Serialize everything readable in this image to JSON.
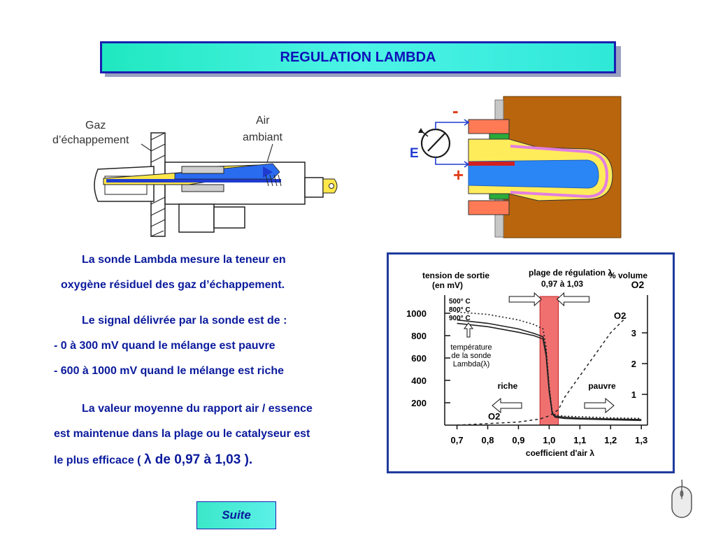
{
  "title": "REGULATION LAMBDA",
  "sensor_drawing": {
    "label_gaz": [
      "Gaz",
      "d’échappement"
    ],
    "label_air": [
      "Air",
      "ambiant"
    ]
  },
  "cell_drawing": {
    "minus": "-",
    "plus": "+",
    "e_label": "E"
  },
  "text": {
    "p1_line1": "La sonde Lambda mesure la teneur en",
    "p1_line2": "oxygène résiduel des gaz d’échappement.",
    "p2": "Le signal délivrée par la sonde est de :",
    "bullet1": "-  0 à 300 mV quand le mélange est pauvre",
    "bullet2": "-  600 à 1000 mV quand le mélange est riche",
    "p3_line1": "La valeur moyenne du rapport air / essence",
    "p3_line2": "est maintenue dans la plage ou le catalyseur est",
    "p3_line3_a": "le plus efficace ( ",
    "p3_line3_b": "λ de 0,97 à 1,03 )."
  },
  "suite_label": "Suite",
  "chart_data": {
    "type": "line",
    "title_left": [
      "tension de sortie",
      "(en mV)"
    ],
    "title_mid": [
      "plage de régulation λ",
      "0,97 à 1,03"
    ],
    "title_right": [
      "% volume",
      "O2"
    ],
    "xlabel": "coefficient d'air λ",
    "x_ticks": [
      "0,7",
      "0,8",
      "0,9",
      "1,0",
      "1,1",
      "1,2",
      "1,3"
    ],
    "y_ticks_left": [
      "1000",
      "800",
      "600",
      "400",
      "200"
    ],
    "y_ticks_right": [
      "3",
      "2",
      "1"
    ],
    "temps": [
      "500° C",
      "800° C",
      "900° C"
    ],
    "temp_note": [
      "température",
      "de la sonde",
      "Lambda(λ)"
    ],
    "riche": "riche",
    "pauvre": "pauvre",
    "o2_label": "O2",
    "xlim": [
      0.66,
      1.32
    ],
    "ylim": [
      0,
      1100
    ],
    "band": [
      0.97,
      1.03
    ],
    "series": [
      {
        "name": "500° C",
        "x": [
          0.7,
          0.8,
          0.9,
          0.95,
          0.98,
          0.99,
          1.0,
          1.01,
          1.02,
          1.05,
          1.1,
          1.2,
          1.3
        ],
        "y": [
          1010,
          990,
          940,
          900,
          860,
          700,
          350,
          120,
          90,
          80,
          75,
          65,
          60
        ]
      },
      {
        "name": "800° C",
        "x": [
          0.7,
          0.8,
          0.9,
          0.95,
          0.98,
          0.99,
          1.0,
          1.01,
          1.02,
          1.05,
          1.1,
          1.2,
          1.3
        ],
        "y": [
          940,
          910,
          860,
          820,
          790,
          650,
          320,
          110,
          80,
          70,
          62,
          55,
          50
        ]
      },
      {
        "name": "900° C",
        "x": [
          0.7,
          0.8,
          0.9,
          0.95,
          0.98,
          0.99,
          1.0,
          1.01,
          1.02,
          1.05,
          1.1,
          1.2,
          1.3
        ],
        "y": [
          910,
          880,
          830,
          800,
          770,
          620,
          300,
          100,
          70,
          60,
          55,
          48,
          42
        ]
      }
    ],
    "o2_series": {
      "name": "O2",
      "x": [
        0.7,
        0.8,
        0.9,
        0.97,
        1.0,
        1.03,
        1.05,
        1.1,
        1.15,
        1.2,
        1.25
      ],
      "y_pct": [
        0.0,
        0.05,
        0.1,
        0.2,
        0.3,
        0.5,
        0.9,
        1.6,
        2.3,
        3.0,
        3.5
      ]
    }
  }
}
